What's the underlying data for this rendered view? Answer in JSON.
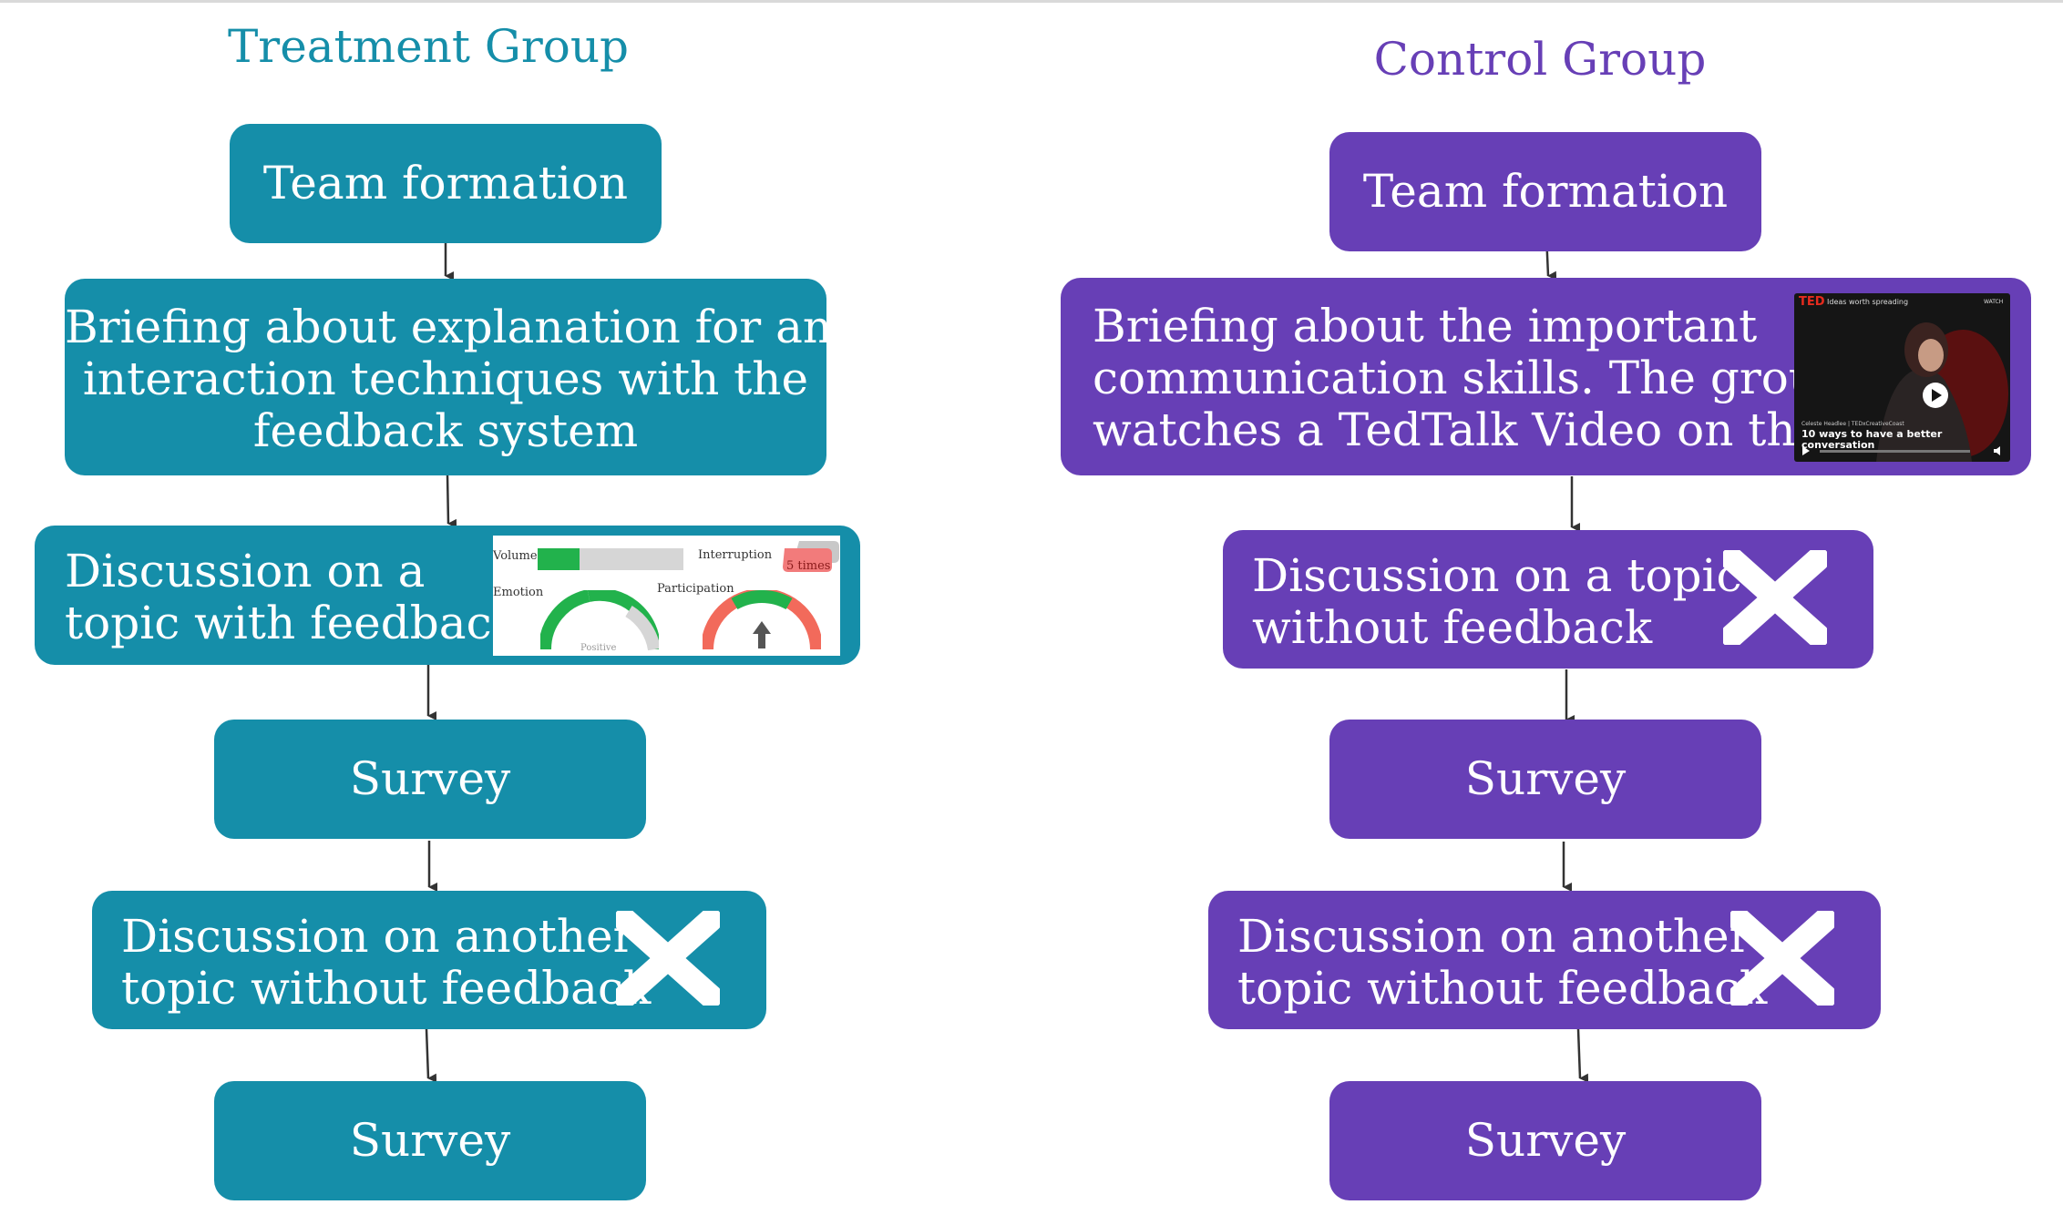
{
  "treatment": {
    "heading": "Treatment Group",
    "heading_color": "#158ea9",
    "box_color": "#158ea9",
    "steps": {
      "team": "Team formation",
      "briefing": [
        "Briefing about explanation for and",
        "interaction techniques with the",
        "feedback system"
      ],
      "discussion": [
        "Discussion on a",
        "topic with feedback"
      ],
      "survey1": "Survey",
      "another": [
        "Discussion on another",
        "topic without feedback"
      ],
      "survey2": "Survey"
    },
    "feedback_widget": {
      "volume_label": "Volume",
      "volume_level": 0.29,
      "interruption_label": "Interruption",
      "interruption_count": "5 times",
      "emotion_label": "Emotion",
      "emotion_value": "Positive",
      "participation_label": "Participation"
    }
  },
  "control": {
    "heading": "Control Group",
    "heading_color": "#673fb6",
    "box_color": "#673fb6",
    "steps": {
      "team": "Team formation",
      "briefing": [
        "Briefing about the important",
        "communication skills. The group",
        "watches a TedTalk Video on this."
      ],
      "discussion": [
        "Discussion on a topic",
        "without feedback"
      ],
      "survey1": "Survey",
      "another": [
        "Discussion on another",
        "topic without feedback"
      ],
      "survey2": "Survey"
    },
    "video": {
      "brand": "TED",
      "tagline": "Ideas worth spreading",
      "watch": "WATCH",
      "speaker": "Celeste Headlee | TEDxCreativeCoast",
      "title": "10 ways to have a better conversation"
    }
  }
}
